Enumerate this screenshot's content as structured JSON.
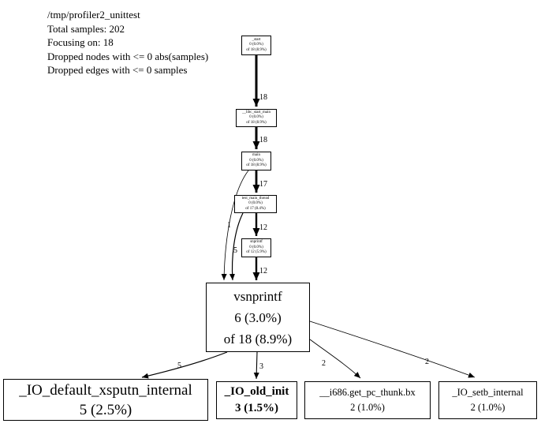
{
  "header": {
    "line1": "/tmp/profiler2_unittest",
    "line2": "Total samples: 202",
    "line3": "Focusing on: 18",
    "line4": "Dropped nodes with <= 0 abs(samples)",
    "line5": "Dropped edges with <= 0 samples"
  },
  "nodes": {
    "start": {
      "name": "_start",
      "self": "0 (0.0%)",
      "total": "of 18 (8.9%)"
    },
    "libc_start_main": {
      "name": "__libc_start_main",
      "self": "0 (0.0%)",
      "total": "of 18 (8.9%)"
    },
    "main": {
      "name": "main",
      "self": "0 (0.0%)",
      "total": "of 18 (8.9%)"
    },
    "test_main_thread": {
      "name": "test_main_thread",
      "self": "0 (0.0%)",
      "total": "of 17 (8.4%)"
    },
    "snprintf": {
      "name": "snprintf",
      "self": "0 (0.0%)",
      "total": "of 12 (5.9%)"
    },
    "vsnprintf": {
      "name": "vsnprintf",
      "self": "6 (3.0%)",
      "total": "of 18 (8.9%)"
    },
    "io_default_xsputn": {
      "name": "_IO_default_xsputn_internal",
      "self": "5 (2.5%)"
    },
    "io_old_init": {
      "name": "_IO_old_init",
      "self": "3 (1.5%)"
    },
    "get_pc_thunk": {
      "name": "__i686.get_pc_thunk.bx",
      "self": "2 (1.0%)"
    },
    "io_setb": {
      "name": "_IO_setb_internal",
      "self": "2 (1.0%)"
    }
  },
  "edge_labels": {
    "start_to_libc": "18",
    "libc_to_main": "18",
    "main_to_test": "17",
    "main_to_vsnprintf": "1",
    "test_to_snprintf": "12",
    "test_to_vsnprintf": "5",
    "snprintf_to_vsnprintf": "12",
    "vsnprintf_to_xsputn": "5",
    "vsnprintf_to_old_init": "3",
    "vsnprintf_to_thunk": "2",
    "vsnprintf_to_setb": "2"
  }
}
